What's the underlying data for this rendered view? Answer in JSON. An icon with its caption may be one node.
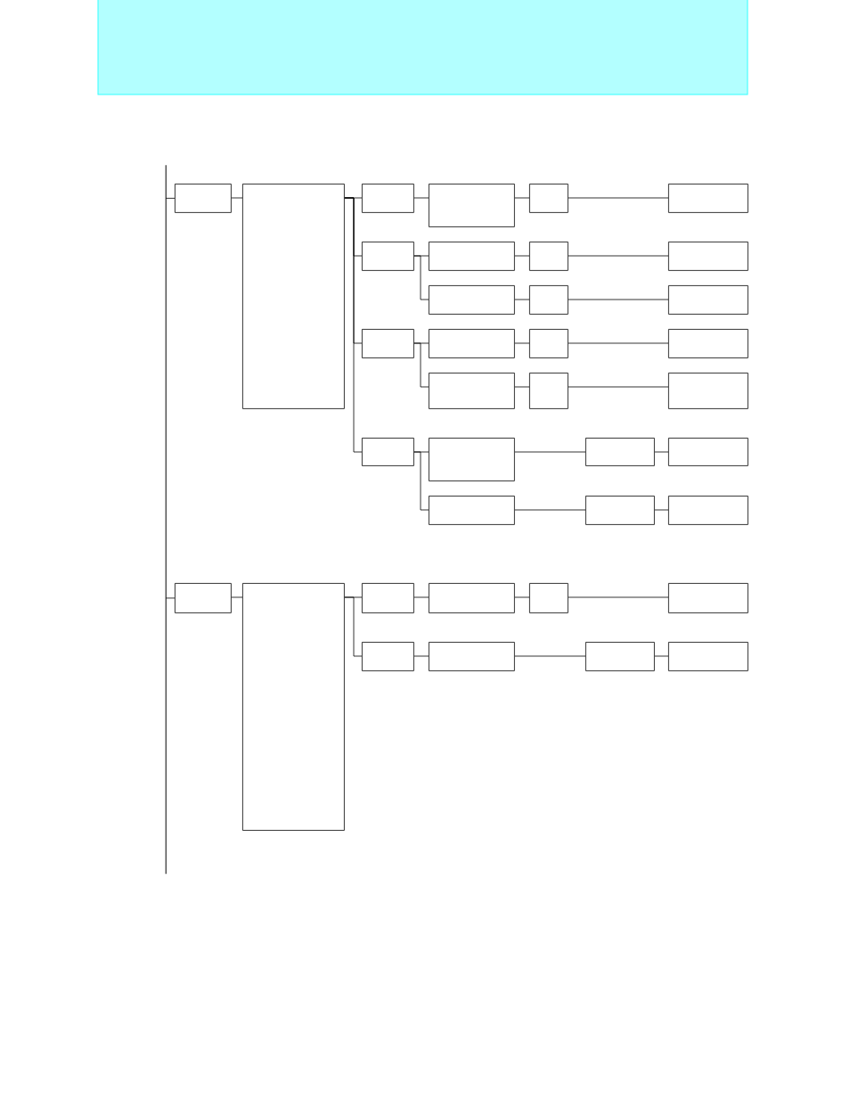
{
  "diagram": {
    "nodes": [
      {
        "text": [],
        "shape": "bar"
      },
      {
        "text": [],
        "shape": "box"
      },
      {
        "text": [],
        "shape": "box"
      },
      {
        "text": [],
        "shape": "box"
      },
      {
        "text": [],
        "shape": "box"
      },
      {
        "text": [],
        "shape": "box"
      },
      {
        "text": [],
        "shape": "box"
      },
      {
        "text": [],
        "shape": "box"
      },
      {
        "text": [],
        "shape": "box"
      },
      {
        "text": [],
        "shape": "box"
      },
      {
        "text": [],
        "shape": "box"
      },
      {
        "text": [],
        "shape": "box"
      },
      {
        "text": [],
        "shape": "box"
      },
      {
        "text": [],
        "shape": "box"
      },
      {
        "text": [],
        "shape": "box"
      },
      {
        "text": [],
        "shape": "box"
      },
      {
        "text": [],
        "shape": "box"
      },
      {
        "text": [],
        "shape": "box"
      },
      {
        "text": [],
        "shape": "box"
      },
      {
        "text": [],
        "shape": "box"
      },
      {
        "text": [],
        "shape": "box"
      },
      {
        "text": [],
        "shape": "box"
      },
      {
        "text": [],
        "shape": "box"
      },
      {
        "text": [],
        "shape": "box"
      },
      {
        "text": [],
        "shape": "box"
      },
      {
        "text": [],
        "shape": "box"
      },
      {
        "text": [],
        "shape": "box"
      },
      {
        "text": [],
        "shape": "box"
      },
      {
        "text": [],
        "shape": "box"
      },
      {
        "text": [],
        "shape": "box"
      },
      {
        "text": [],
        "shape": "box"
      },
      {
        "text": [],
        "shape": "box"
      },
      {
        "text": [],
        "shape": "box"
      },
      {
        "text": [],
        "shape": "box"
      },
      {
        "text": [],
        "shape": "box"
      },
      {
        "text": [],
        "shape": "box"
      },
      {
        "text": [],
        "shape": "box"
      },
      {
        "text": [],
        "shape": "box"
      }
    ],
    "edges": [
      {
        "from": 0,
        "to": 1,
        "arrow": "none"
      },
      {
        "from": 1,
        "to": 2,
        "arrow": "none"
      },
      {
        "from": 2,
        "to": 3,
        "arrow": "none"
      },
      {
        "from": 2,
        "to": 7,
        "arrow": "none"
      },
      {
        "from": 2,
        "to": 14,
        "arrow": "none"
      },
      {
        "from": 2,
        "to": 21,
        "arrow": "none"
      },
      {
        "from": 3,
        "to": 4,
        "arrow": "none"
      },
      {
        "from": 4,
        "to": 5,
        "arrow": "none"
      },
      {
        "from": 5,
        "to": 6,
        "arrow": "none"
      },
      {
        "from": 7,
        "to": 8,
        "arrow": "none"
      },
      {
        "from": 7,
        "to": 11,
        "arrow": "none"
      },
      {
        "from": 8,
        "to": 9,
        "arrow": "none"
      },
      {
        "from": 9,
        "to": 10,
        "arrow": "none"
      },
      {
        "from": 11,
        "to": 12,
        "arrow": "none"
      },
      {
        "from": 12,
        "to": 13,
        "arrow": "none"
      },
      {
        "from": 14,
        "to": 15,
        "arrow": "none"
      },
      {
        "from": 14,
        "to": 18,
        "arrow": "none"
      },
      {
        "from": 15,
        "to": 16,
        "arrow": "none"
      },
      {
        "from": 16,
        "to": 17,
        "arrow": "none"
      },
      {
        "from": 18,
        "to": 19,
        "arrow": "none"
      },
      {
        "from": 19,
        "to": 20,
        "arrow": "none"
      },
      {
        "from": 21,
        "to": 22,
        "arrow": "none"
      },
      {
        "from": 21,
        "to": 25,
        "arrow": "none"
      },
      {
        "from": 22,
        "to": 23,
        "arrow": "none"
      },
      {
        "from": 23,
        "to": 24,
        "arrow": "none"
      },
      {
        "from": 25,
        "to": 26,
        "arrow": "none"
      },
      {
        "from": 26,
        "to": 27,
        "arrow": "none"
      },
      {
        "from": 0,
        "to": 28,
        "arrow": "none"
      },
      {
        "from": 28,
        "to": 29,
        "arrow": "none"
      },
      {
        "from": 29,
        "to": 30,
        "arrow": "none"
      },
      {
        "from": 29,
        "to": 34,
        "arrow": "none"
      },
      {
        "from": 30,
        "to": 31,
        "arrow": "none"
      },
      {
        "from": 31,
        "to": 32,
        "arrow": "none"
      },
      {
        "from": 32,
        "to": 33,
        "arrow": "none"
      },
      {
        "from": 34,
        "to": 35,
        "arrow": "none"
      },
      {
        "from": 35,
        "to": 36,
        "arrow": "none"
      },
      {
        "from": 36,
        "to": 37,
        "arrow": "none"
      }
    ]
  }
}
